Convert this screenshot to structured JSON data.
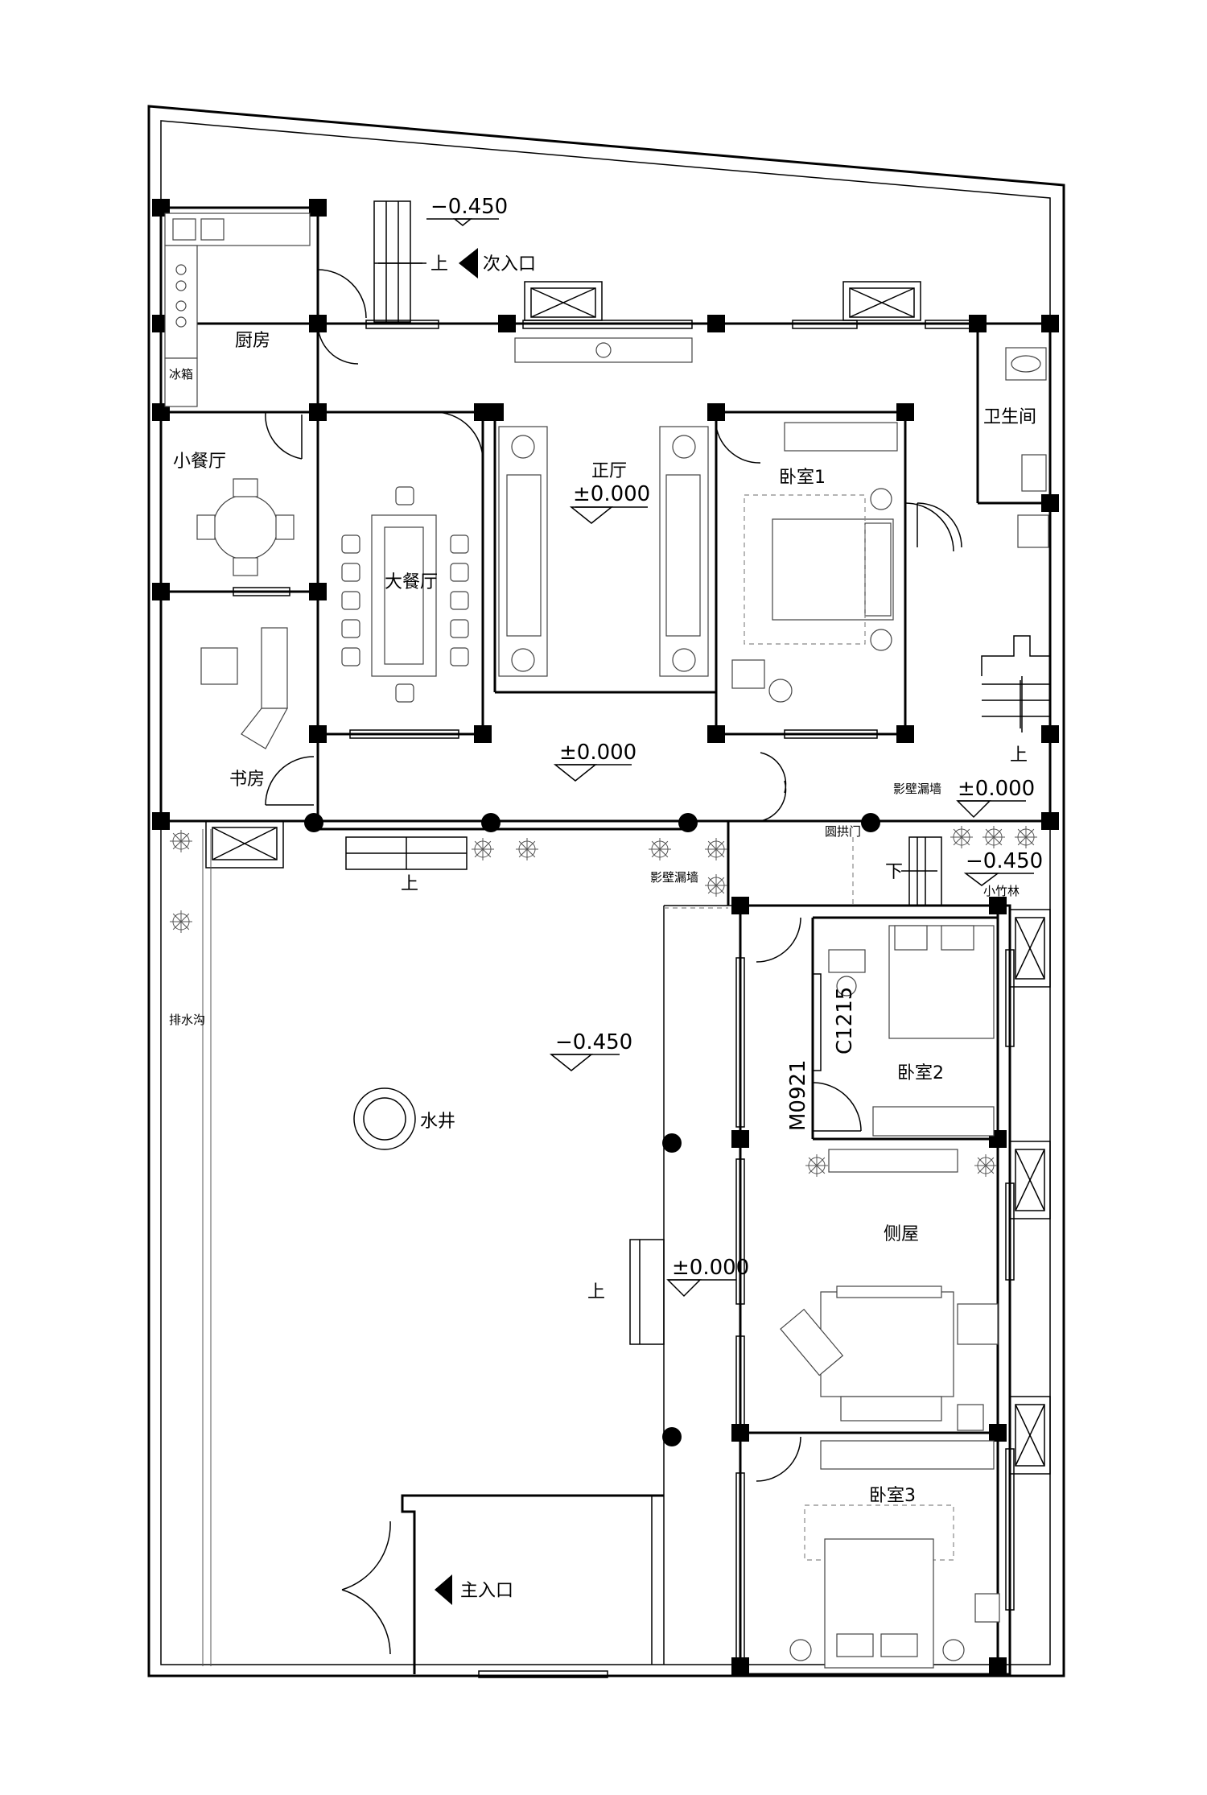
{
  "rooms": {
    "kitchen": "厨房",
    "fridge": "冰箱",
    "small_dining": "小餐厅",
    "big_dining": "大餐厅",
    "study": "书房",
    "main_hall": "正厅",
    "bedroom1": "卧室1",
    "bathroom": "卫生间",
    "bedroom2": "卧室2",
    "side_house": "侧屋",
    "bedroom3": "卧室3",
    "well": "水井",
    "drain": "排水沟",
    "bamboo": "小竹林",
    "screen_wall_a": "影壁漏墙",
    "screen_wall_b": "影壁漏墙",
    "arch_door": "圆拱门"
  },
  "entrances": {
    "secondary": "次入口",
    "main": "主入口"
  },
  "levels": {
    "top_entry": "−0.450",
    "hall": "±0.000",
    "corridor": "±0.000",
    "east_platform": "±0.000",
    "east_lower": "−0.450",
    "courtyard": "−0.450",
    "side_porch": "±0.000"
  },
  "arrows": {
    "up_top": "上",
    "up_stair": "上",
    "up_court": "上",
    "up_side": "上",
    "down_east": "下"
  },
  "codes": {
    "window": "C1215",
    "door": "M0921"
  }
}
